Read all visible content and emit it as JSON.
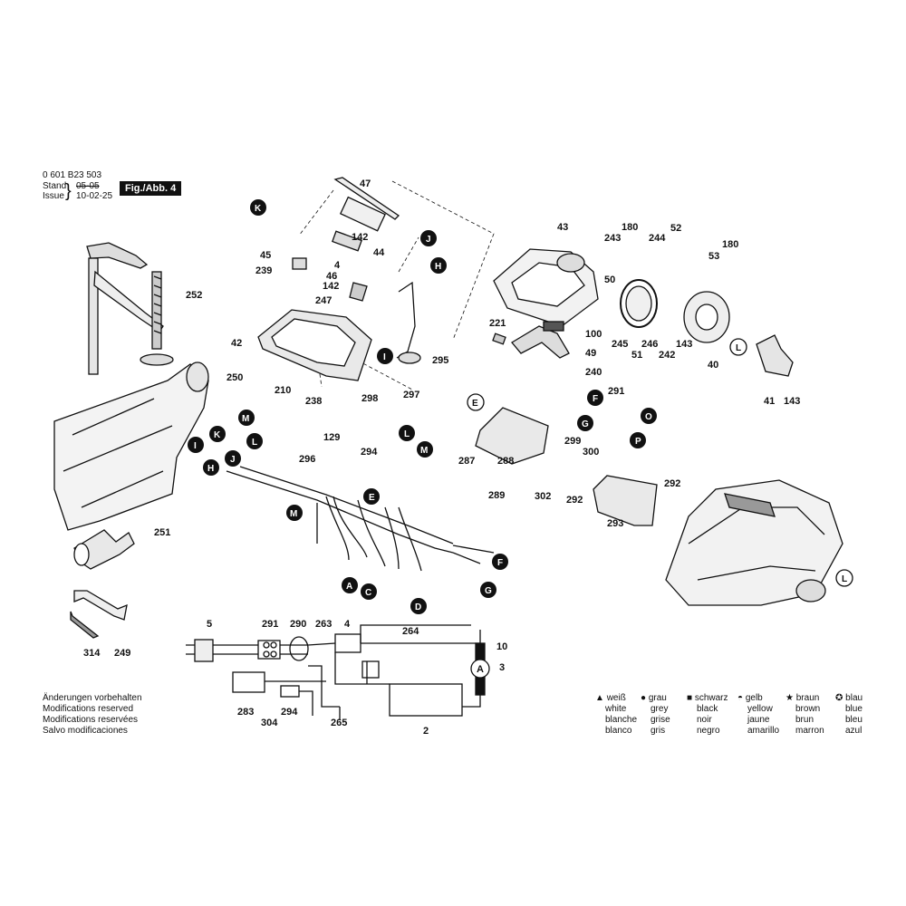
{
  "header": {
    "part_number": "0 601 B23 503",
    "stand_label": "Stand",
    "issue_label": "Issue",
    "stand_date": "05-05",
    "issue_date": "10-02-25",
    "figure_label": "Fig./Abb. 4"
  },
  "notice": [
    "Änderungen vorbehalten",
    "Modifications reserved",
    "Modifications reservées",
    "Salvo modificaciones"
  ],
  "color_legend": [
    {
      "symbol": "▲",
      "symbol_name": "triangle-icon",
      "lines": [
        "weiß",
        "white",
        "blanche",
        "blanco"
      ]
    },
    {
      "symbol": "●",
      "symbol_name": "dot-icon",
      "lines": [
        "grau",
        "grey",
        "grise",
        "gris"
      ]
    },
    {
      "symbol": "■",
      "symbol_name": "square-icon",
      "lines": [
        "schwarz",
        "black",
        "noir",
        "negro"
      ]
    },
    {
      "symbol": "◓",
      "symbol_name": "half-circle-icon",
      "lines": [
        "gelb",
        "yellow",
        "jaune",
        "amarillo"
      ]
    },
    {
      "symbol": "★",
      "symbol_name": "star-icon",
      "lines": [
        "braun",
        "brown",
        "brun",
        "marron"
      ]
    },
    {
      "symbol": "✪",
      "symbol_name": "circled-star-icon",
      "lines": [
        "blau",
        "blue",
        "bleu",
        "azul"
      ]
    }
  ],
  "part_labels": {
    "p47": "47",
    "p142a": "142",
    "p44": "44",
    "p45": "45",
    "p239": "239",
    "p4a": "4",
    "p46": "46",
    "p142b": "142",
    "p247": "247",
    "p42": "42",
    "p295": "295",
    "p210": "210",
    "p238": "238",
    "p298": "298",
    "p297": "297",
    "p252": "252",
    "p250": "250",
    "p251": "251",
    "p314": "314",
    "p249": "249",
    "p43": "43",
    "p221": "221",
    "p100": "100",
    "p49": "49",
    "p240": "240",
    "p180a": "180",
    "p243": "243",
    "p244": "244",
    "p52": "52",
    "p180b": "180",
    "p50": "50",
    "p53": "53",
    "p245": "245",
    "p246": "246",
    "p51": "51",
    "p242": "242",
    "p143a": "143",
    "p40": "40",
    "p41": "41",
    "p143b": "143",
    "p291a": "291",
    "p287": "287",
    "p288": "288",
    "p289": "289",
    "p299": "299",
    "p300": "300",
    "p302": "302",
    "p292a": "292",
    "p292b": "292",
    "p293": "293",
    "p129": "129",
    "p296": "296",
    "p294a": "294",
    "p5": "5",
    "p291b": "291",
    "p290": "290",
    "p263": "263",
    "p4b": "4",
    "p264": "264",
    "p10": "10",
    "p3": "3",
    "p283": "283",
    "p294b": "294",
    "p304": "304",
    "p265": "265",
    "p2": "2",
    "pA": "A"
  },
  "connector_letters": {
    "K1": "K",
    "J1": "J",
    "H1": "H",
    "I1": "I",
    "M1": "M",
    "K2": "K",
    "L1": "L",
    "I2": "I",
    "J2": "J",
    "H2": "H",
    "M2": "M",
    "E1": "E",
    "L2": "L",
    "M3": "M",
    "A1": "A",
    "C1": "C",
    "D1": "D",
    "F1": "F",
    "G1": "G",
    "E2": "E",
    "F2": "F",
    "G2": "G",
    "O1": "O",
    "P1": "P",
    "L3": "L",
    "L4": "L"
  },
  "colors": {
    "ink": "#111111",
    "background": "#ffffff"
  }
}
